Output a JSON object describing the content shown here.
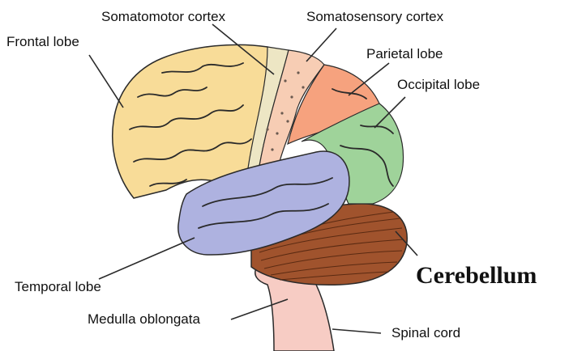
{
  "labels": {
    "frontal_lobe": "Frontal lobe",
    "somatomotor_cortex": "Somatomotor cortex",
    "somatosensory_cortex": "Somatosensory cortex",
    "parietal_lobe": "Parietal lobe",
    "occipital_lobe": "Occipital lobe",
    "temporal_lobe": "Temporal lobe",
    "cerebellum": "Cerebellum",
    "medulla_oblongata": "Medulla oblongata",
    "spinal_cord": "Spinal cord"
  },
  "colors": {
    "frontal": "#f8dc98",
    "somatomotor": "#ede6c4",
    "somatosensory": "#f7cdb4",
    "parietal": "#f6a27e",
    "occipital": "#9fd39a",
    "temporal": "#aeb2e0",
    "cerebellum": "#a0532d",
    "brainstem": "#f7ccc4",
    "outline": "#2a2a2a"
  }
}
